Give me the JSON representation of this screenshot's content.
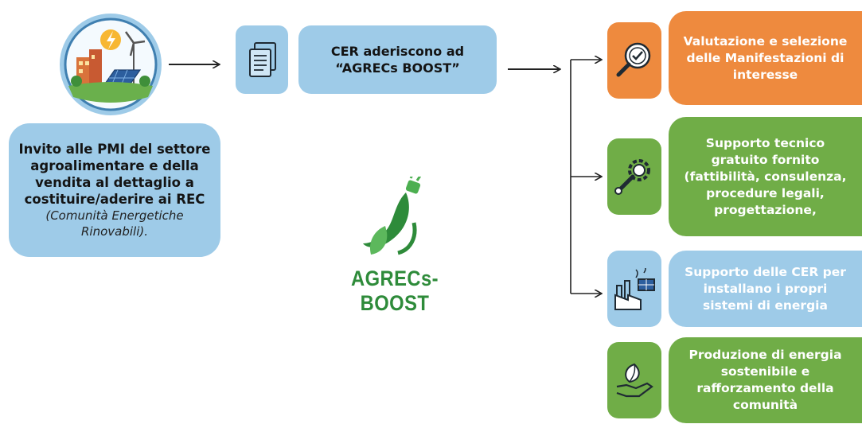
{
  "intro": {
    "main": "Invito alle PMI del settore\nagroalimentare e della\nvendita al dettaglio a\ncostituire/aderire ai REC",
    "note": "(Comunità Energetiche\nRinovabili)."
  },
  "cer": {
    "text": "CER aderiscono ad\n“AGRECs BOOST”"
  },
  "logo": {
    "text": "AGRECs-BOOST"
  },
  "steps": [
    {
      "text": "Valutazione  e selezione\ndelle Manifestazioni di\ninteresse",
      "icon": "magnifier-check-icon",
      "color": "#ee8a3e"
    },
    {
      "text": "Supporto tecnico\ngratuito fornito\n(fattibilità, consulenza,\nprocedure legali,\nprogettazione,",
      "icon": "gear-wrench-icon",
      "color": "#70ad47"
    },
    {
      "text": "Supporto delle CER per\ninstallano i propri\nsistemi di energia",
      "icon": "factory-solar-icon",
      "color": "#9ecbe8"
    },
    {
      "text": "Produzione di energia\nsostenibile e\nrafforzamento della\ncomunità",
      "icon": "hand-leaf-icon",
      "color": "#70ad47"
    }
  ],
  "colors": {
    "blue": "#9ecbe8",
    "green": "#70ad47",
    "orange": "#ee8a3e",
    "logo_green": "#2e8b3a"
  }
}
